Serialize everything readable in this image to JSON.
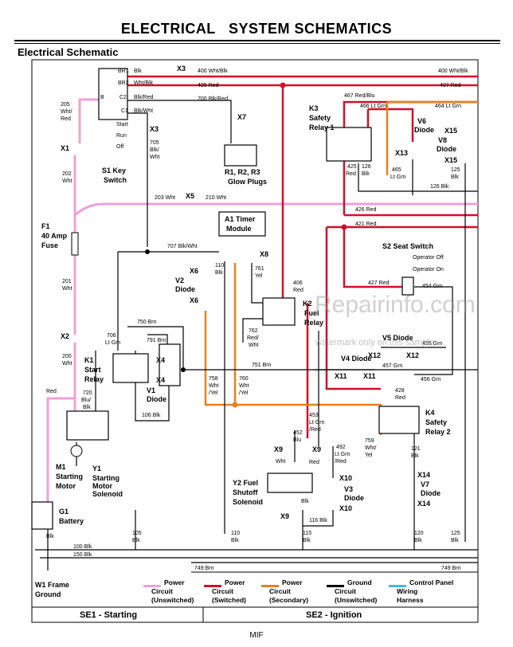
{
  "header": {
    "title": "ELECTRICAL   SYSTEM SCHEMATICS",
    "subtitle": "Electrical Schematic"
  },
  "colors": {
    "power_unswitched": "#f0a0d8",
    "power_switched": "#d0102a",
    "power_secondary": "#e8801e",
    "ground": "#000000",
    "control_panel": "#40b8e8"
  },
  "labels": [
    {
      "id": "br1",
      "t": "BR1"
    },
    {
      "id": "br2",
      "t": "BR2"
    },
    {
      "id": "c2",
      "t": "C2"
    },
    {
      "id": "c1",
      "t": "C1"
    },
    {
      "id": "b",
      "t": "B"
    },
    {
      "id": "blk1",
      "t": "Blk"
    },
    {
      "id": "whtblk",
      "t": "Wht/Blk"
    },
    {
      "id": "blkred",
      "t": "Blk/Red"
    },
    {
      "id": "blkwht",
      "t": "Blk/Wht"
    },
    {
      "id": "start",
      "t": "Start"
    },
    {
      "id": "run",
      "t": "Run"
    },
    {
      "id": "off",
      "t": "Off"
    },
    {
      "id": "s1a",
      "t": "S1 Key"
    },
    {
      "id": "s1b",
      "t": "Switch"
    },
    {
      "id": "w205a",
      "t": "205"
    },
    {
      "id": "w205b",
      "t": "Wht/"
    },
    {
      "id": "w205c",
      "t": "Red"
    },
    {
      "id": "x1",
      "t": "X1"
    },
    {
      "id": "w202a",
      "t": "202"
    },
    {
      "id": "w202b",
      "t": "Wht"
    },
    {
      "id": "f1a",
      "t": "F1"
    },
    {
      "id": "f1b",
      "t": "40 Amp"
    },
    {
      "id": "f1c",
      "t": "Fuse"
    },
    {
      "id": "w201a",
      "t": "201"
    },
    {
      "id": "w201b",
      "t": "Wht"
    },
    {
      "id": "x2",
      "t": "X2"
    },
    {
      "id": "w200a",
      "t": "200"
    },
    {
      "id": "w200b",
      "t": "Wht"
    },
    {
      "id": "redL",
      "t": "Red"
    },
    {
      "id": "x3a",
      "t": "X3"
    },
    {
      "id": "x3b",
      "t": "X3"
    },
    {
      "id": "w400a",
      "t": "400 Wht/Blk"
    },
    {
      "id": "w405a",
      "t": "405 Red"
    },
    {
      "id": "w700",
      "t": "700 Blk/Red"
    },
    {
      "id": "w400b",
      "t": "400 Wht/Blk"
    },
    {
      "id": "w407",
      "t": "407 Red"
    },
    {
      "id": "w705a",
      "t": "705"
    },
    {
      "id": "w705b",
      "t": "Blk/"
    },
    {
      "id": "w705c",
      "t": "Wht"
    },
    {
      "id": "x7",
      "t": "X7"
    },
    {
      "id": "gp1",
      "t": "R1, R2, R3"
    },
    {
      "id": "gp2",
      "t": "Glow Plugs"
    },
    {
      "id": "w203",
      "t": "203 Wht"
    },
    {
      "id": "x5",
      "t": "X5"
    },
    {
      "id": "w210",
      "t": "210 Wht"
    },
    {
      "id": "w467",
      "t": "467 Red/Blu"
    },
    {
      "id": "w466",
      "t": "466 Lt Grn"
    },
    {
      "id": "w464",
      "t": "464 Lt Grn"
    },
    {
      "id": "k3a",
      "t": "K3"
    },
    {
      "id": "k3b",
      "t": "Safety"
    },
    {
      "id": "k3c",
      "t": "Relay 1"
    },
    {
      "id": "v6a",
      "t": "V6"
    },
    {
      "id": "v6b",
      "t": "Diode"
    },
    {
      "id": "x15a",
      "t": "X15"
    },
    {
      "id": "x13",
      "t": "X13"
    },
    {
      "id": "v8a",
      "t": "V8"
    },
    {
      "id": "v8b",
      "t": "Diode"
    },
    {
      "id": "x15b",
      "t": "X15"
    },
    {
      "id": "w425a",
      "t": "425"
    },
    {
      "id": "w425b",
      "t": "Red"
    },
    {
      "id": "w126a",
      "t": "126"
    },
    {
      "id": "w126b",
      "t": "Blk"
    },
    {
      "id": "w465a",
      "t": "465"
    },
    {
      "id": "w465b",
      "t": "Lt Grn"
    },
    {
      "id": "w125a",
      "t": "125"
    },
    {
      "id": "w125b",
      "t": "Blk"
    },
    {
      "id": "w126c",
      "t": "126 Blk"
    },
    {
      "id": "w426",
      "t": "426 Red"
    },
    {
      "id": "w421",
      "t": "421 Red"
    },
    {
      "id": "a1a",
      "t": "A1 Timer"
    },
    {
      "id": "a1b",
      "t": "Module"
    },
    {
      "id": "x8",
      "t": "X8"
    },
    {
      "id": "w707",
      "t": "707 Blk/Wht"
    },
    {
      "id": "x6a",
      "t": "X6"
    },
    {
      "id": "v2a",
      "t": "V2"
    },
    {
      "id": "v2b",
      "t": "Diode"
    },
    {
      "id": "x6b",
      "t": "X6"
    },
    {
      "id": "w110a",
      "t": "110"
    },
    {
      "id": "w110b",
      "t": "Blk"
    },
    {
      "id": "w761a",
      "t": "761"
    },
    {
      "id": "w761b",
      "t": "Yel"
    },
    {
      "id": "w406a",
      "t": "406"
    },
    {
      "id": "w406b",
      "t": "Red"
    },
    {
      "id": "k2a",
      "t": "K2"
    },
    {
      "id": "k2b",
      "t": "Fuel"
    },
    {
      "id": "k2c",
      "t": "Relay"
    },
    {
      "id": "w762a",
      "t": "762"
    },
    {
      "id": "w762b",
      "t": "Red/"
    },
    {
      "id": "w762c",
      "t": "Wht"
    },
    {
      "id": "s2",
      "t": "S2 Seat Switch"
    },
    {
      "id": "opoff",
      "t": "Operator Off"
    },
    {
      "id": "opon",
      "t": "Operator On"
    },
    {
      "id": "w427",
      "t": "427 Red"
    },
    {
      "id": "w454",
      "t": "454 Grn"
    },
    {
      "id": "w706a",
      "t": "706"
    },
    {
      "id": "w706b",
      "t": "Lt Grn"
    },
    {
      "id": "w750",
      "t": "750 Brn"
    },
    {
      "id": "w791",
      "t": "791 Brn"
    },
    {
      "id": "k1a",
      "t": "K1"
    },
    {
      "id": "k1b",
      "t": "Start"
    },
    {
      "id": "k1c",
      "t": "Relay"
    },
    {
      "id": "x4a",
      "t": "X4"
    },
    {
      "id": "x4b",
      "t": "X4"
    },
    {
      "id": "v1a",
      "t": "V1"
    },
    {
      "id": "v1b",
      "t": "Diode"
    },
    {
      "id": "w106",
      "t": "106 Blk"
    },
    {
      "id": "w720a",
      "t": "720"
    },
    {
      "id": "w720b",
      "t": "Blu/"
    },
    {
      "id": "w720c",
      "t": "Blk"
    },
    {
      "id": "w758a",
      "t": "758"
    },
    {
      "id": "w758b",
      "t": "Wht"
    },
    {
      "id": "w758c",
      "t": "/Yel"
    },
    {
      "id": "w760a",
      "t": "760"
    },
    {
      "id": "w760b",
      "t": "Wht"
    },
    {
      "id": "w760c",
      "t": "/Yel"
    },
    {
      "id": "w751",
      "t": "751 Brn"
    },
    {
      "id": "v5",
      "t": "V5 Diode"
    },
    {
      "id": "x12a",
      "t": "X12"
    },
    {
      "id": "x12b",
      "t": "X12"
    },
    {
      "id": "w455",
      "t": "455 Grn"
    },
    {
      "id": "v4",
      "t": "V4 Diode"
    },
    {
      "id": "w457",
      "t": "457 Grn"
    },
    {
      "id": "x11a",
      "t": "X11"
    },
    {
      "id": "x11b",
      "t": "X11"
    },
    {
      "id": "w456",
      "t": "456 Grn"
    },
    {
      "id": "w428a",
      "t": "428"
    },
    {
      "id": "w428b",
      "t": "Red"
    },
    {
      "id": "k4a",
      "t": "K4"
    },
    {
      "id": "k4b",
      "t": "Safety"
    },
    {
      "id": "k4c",
      "t": "Relay 2"
    },
    {
      "id": "w453a",
      "t": "453"
    },
    {
      "id": "w453b",
      "t": "Lt Grn"
    },
    {
      "id": "w453c",
      "t": "/Red"
    },
    {
      "id": "w452a",
      "t": "452"
    },
    {
      "id": "w452b",
      "t": "Blu"
    },
    {
      "id": "w759a",
      "t": "759"
    },
    {
      "id": "w759b",
      "t": "Wht/"
    },
    {
      "id": "w759c",
      "t": "Yel"
    },
    {
      "id": "w121a",
      "t": "121"
    },
    {
      "id": "w121b",
      "t": "Blk"
    },
    {
      "id": "x9a",
      "t": "X9"
    },
    {
      "id": "x9b",
      "t": "X9"
    },
    {
      "id": "wht1",
      "t": "Wht"
    },
    {
      "id": "red1",
      "t": "Red"
    },
    {
      "id": "w492a",
      "t": "492"
    },
    {
      "id": "w492b",
      "t": "Lt Grn"
    },
    {
      "id": "w492c",
      "t": "/Red"
    },
    {
      "id": "m1a",
      "t": "M1"
    },
    {
      "id": "m1b",
      "t": "Starting"
    },
    {
      "id": "m1c",
      "t": "Motor"
    },
    {
      "id": "y1a",
      "t": "Y1"
    },
    {
      "id": "y1b",
      "t": "Starting"
    },
    {
      "id": "y1c",
      "t": "Motor"
    },
    {
      "id": "y1d",
      "t": "Solenoid"
    },
    {
      "id": "y2a",
      "t": "Y2 Fuel"
    },
    {
      "id": "y2b",
      "t": "Shutoff"
    },
    {
      "id": "y2c",
      "t": "Solenoid"
    },
    {
      "id": "x10a",
      "t": "X10"
    },
    {
      "id": "v3a",
      "t": "V3"
    },
    {
      "id": "v3b",
      "t": "Diode"
    },
    {
      "id": "x10b",
      "t": "X10"
    },
    {
      "id": "x14a",
      "t": "X14"
    },
    {
      "id": "v7a",
      "t": "V7"
    },
    {
      "id": "v7b",
      "t": "Diode"
    },
    {
      "id": "x14b",
      "t": "X14"
    },
    {
      "id": "blk2",
      "t": "Blk"
    },
    {
      "id": "x9c",
      "t": "X9"
    },
    {
      "id": "w116",
      "t": "116 Blk"
    },
    {
      "id": "g1a",
      "t": "G1"
    },
    {
      "id": "g1b",
      "t": "Battery"
    },
    {
      "id": "blk3",
      "t": "Blk"
    },
    {
      "id": "w105a",
      "t": "105"
    },
    {
      "id": "w105b",
      "t": "Blk"
    },
    {
      "id": "w110c",
      "t": "110"
    },
    {
      "id": "w110d",
      "t": "Blk"
    },
    {
      "id": "w115a",
      "t": "115"
    },
    {
      "id": "w115b",
      "t": "Blk"
    },
    {
      "id": "w120a",
      "t": "120"
    },
    {
      "id": "w120b",
      "t": "Blk"
    },
    {
      "id": "w125c",
      "t": "125"
    },
    {
      "id": "w125d",
      "t": "Blk"
    },
    {
      "id": "w100",
      "t": "100 Blk"
    },
    {
      "id": "w150",
      "t": "150 Blk"
    },
    {
      "id": "w749a",
      "t": "749 Brn"
    },
    {
      "id": "w749b",
      "t": "749 Brn"
    },
    {
      "id": "w1a",
      "t": "W1 Frame"
    },
    {
      "id": "w1b",
      "t": "Ground"
    }
  ],
  "legend": [
    {
      "l1": "Power",
      "l2": "Circuit",
      "l3": "(Unswitched)"
    },
    {
      "l1": "Power",
      "l2": "Circuit",
      "l3": "(Switched)"
    },
    {
      "l1": "Power",
      "l2": "Circuit",
      "l3": "(Secondary)"
    },
    {
      "l1": "Ground",
      "l2": "Circuit",
      "l3": "(Unswitched)"
    },
    {
      "l1": "Control Panel",
      "l2": "Wiring",
      "l3": "Harness"
    }
  ],
  "sections": {
    "se1": "SE1 - Starting",
    "se2": "SE2 - Ignition"
  },
  "watermark": {
    "main": "Repairinfo.com",
    "sub": "watermark only on this sample"
  },
  "footer": "MIF"
}
